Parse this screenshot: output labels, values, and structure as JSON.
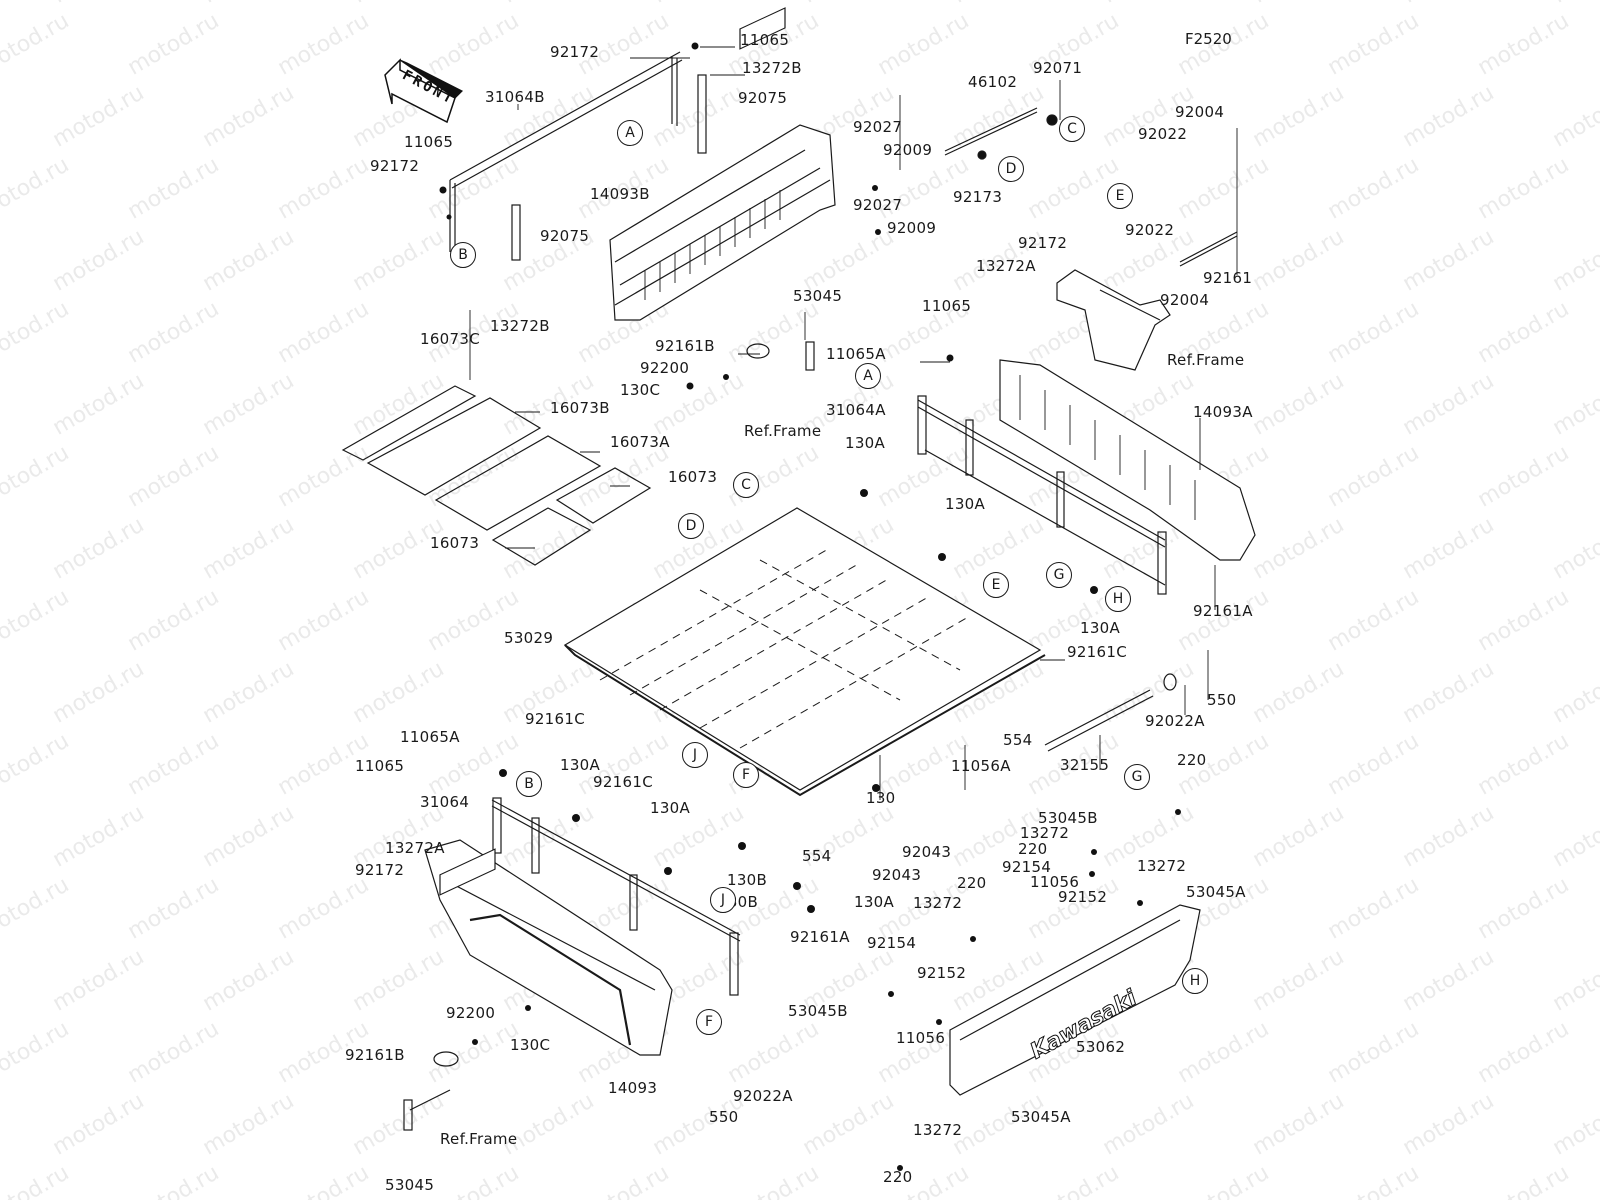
{
  "diagram": {
    "code": "F2520",
    "watermark": "motod.ru",
    "front_arrow_label": "FRONT",
    "brand_logo_text": "Kawasaki",
    "ref_frame_label": "Ref.Frame"
  },
  "reference_markers": [
    "A",
    "B",
    "C",
    "D",
    "E",
    "F",
    "G",
    "H",
    "J"
  ],
  "part_labels": [
    {
      "id": "l1",
      "text": "11065"
    },
    {
      "id": "l2",
      "text": "92172"
    },
    {
      "id": "l3",
      "text": "13272B"
    },
    {
      "id": "l4",
      "text": "31064B"
    },
    {
      "id": "l5",
      "text": "92075"
    },
    {
      "id": "l6",
      "text": "11065"
    },
    {
      "id": "l7",
      "text": "92172"
    },
    {
      "id": "l8",
      "text": "14093B"
    },
    {
      "id": "l9",
      "text": "92075"
    },
    {
      "id": "l10",
      "text": "13272B"
    },
    {
      "id": "l11",
      "text": "46102"
    },
    {
      "id": "l12",
      "text": "92071"
    },
    {
      "id": "l13",
      "text": "92027"
    },
    {
      "id": "l14",
      "text": "92009"
    },
    {
      "id": "l15",
      "text": "92173"
    },
    {
      "id": "l16",
      "text": "92027"
    },
    {
      "id": "l17",
      "text": "92009"
    },
    {
      "id": "l18",
      "text": "92004"
    },
    {
      "id": "l19",
      "text": "92022"
    },
    {
      "id": "l20",
      "text": "92022"
    },
    {
      "id": "l21",
      "text": "92161"
    },
    {
      "id": "l22",
      "text": "92004"
    },
    {
      "id": "l23",
      "text": "92172"
    },
    {
      "id": "l24",
      "text": "13272A"
    },
    {
      "id": "l25",
      "text": "11065"
    },
    {
      "id": "l26",
      "text": "53045"
    },
    {
      "id": "l27",
      "text": "92161B"
    },
    {
      "id": "l28",
      "text": "92200"
    },
    {
      "id": "l29",
      "text": "130C"
    },
    {
      "id": "l30",
      "text": "11065A"
    },
    {
      "id": "l31",
      "text": "31064A"
    },
    {
      "id": "l32",
      "text": "130A"
    },
    {
      "id": "l33",
      "text": "14093A"
    },
    {
      "id": "l34",
      "text": "130A"
    },
    {
      "id": "l35",
      "text": "16073C"
    },
    {
      "id": "l36",
      "text": "16073B"
    },
    {
      "id": "l37",
      "text": "16073A"
    },
    {
      "id": "l38",
      "text": "16073"
    },
    {
      "id": "l39",
      "text": "16073"
    },
    {
      "id": "l40",
      "text": "130A"
    },
    {
      "id": "l41",
      "text": "92161A"
    },
    {
      "id": "l42",
      "text": "53029"
    },
    {
      "id": "l43",
      "text": "92161C"
    },
    {
      "id": "l44",
      "text": "550"
    },
    {
      "id": "l45",
      "text": "92022A"
    },
    {
      "id": "l46",
      "text": "554"
    },
    {
      "id": "l47",
      "text": "32155"
    },
    {
      "id": "l48",
      "text": "92161C"
    },
    {
      "id": "l49",
      "text": "11065A"
    },
    {
      "id": "l50",
      "text": "11065"
    },
    {
      "id": "l51",
      "text": "130A"
    },
    {
      "id": "l52",
      "text": "92161C"
    },
    {
      "id": "l53",
      "text": "31064"
    },
    {
      "id": "l54",
      "text": "13272A"
    },
    {
      "id": "l55",
      "text": "92172"
    },
    {
      "id": "l56",
      "text": "130A"
    },
    {
      "id": "l57",
      "text": "130B"
    },
    {
      "id": "l58",
      "text": "130B"
    },
    {
      "id": "l59",
      "text": "554"
    },
    {
      "id": "l60",
      "text": "130"
    },
    {
      "id": "l61",
      "text": "11056A"
    },
    {
      "id": "l62",
      "text": "92043"
    },
    {
      "id": "l63",
      "text": "92043"
    },
    {
      "id": "l64",
      "text": "220"
    },
    {
      "id": "l65",
      "text": "53045B"
    },
    {
      "id": "l66",
      "text": "13272"
    },
    {
      "id": "l67",
      "text": "220"
    },
    {
      "id": "l68",
      "text": "13272"
    },
    {
      "id": "l69",
      "text": "92154"
    },
    {
      "id": "l70",
      "text": "11056"
    },
    {
      "id": "l71",
      "text": "92152"
    },
    {
      "id": "l72",
      "text": "53045A"
    },
    {
      "id": "l73",
      "text": "130A"
    },
    {
      "id": "l74",
      "text": "13272"
    },
    {
      "id": "l75",
      "text": "220"
    },
    {
      "id": "l76",
      "text": "92161A"
    },
    {
      "id": "l77",
      "text": "92154"
    },
    {
      "id": "l78",
      "text": "92152"
    },
    {
      "id": "l79",
      "text": "53045B"
    },
    {
      "id": "l80",
      "text": "11056"
    },
    {
      "id": "l81",
      "text": "53062"
    },
    {
      "id": "l82",
      "text": "53045A"
    },
    {
      "id": "l83",
      "text": "13272"
    },
    {
      "id": "l84",
      "text": "220"
    },
    {
      "id": "l85",
      "text": "92200"
    },
    {
      "id": "l86",
      "text": "130C"
    },
    {
      "id": "l87",
      "text": "92161B"
    },
    {
      "id": "l88",
      "text": "14093"
    },
    {
      "id": "l89",
      "text": "550"
    },
    {
      "id": "l90",
      "text": "92022A"
    },
    {
      "id": "l91",
      "text": "53045"
    },
    {
      "id": "l92",
      "text": "Ref.Frame"
    },
    {
      "id": "l93",
      "text": "Ref.Frame"
    },
    {
      "id": "l94",
      "text": "Ref.Frame"
    }
  ]
}
